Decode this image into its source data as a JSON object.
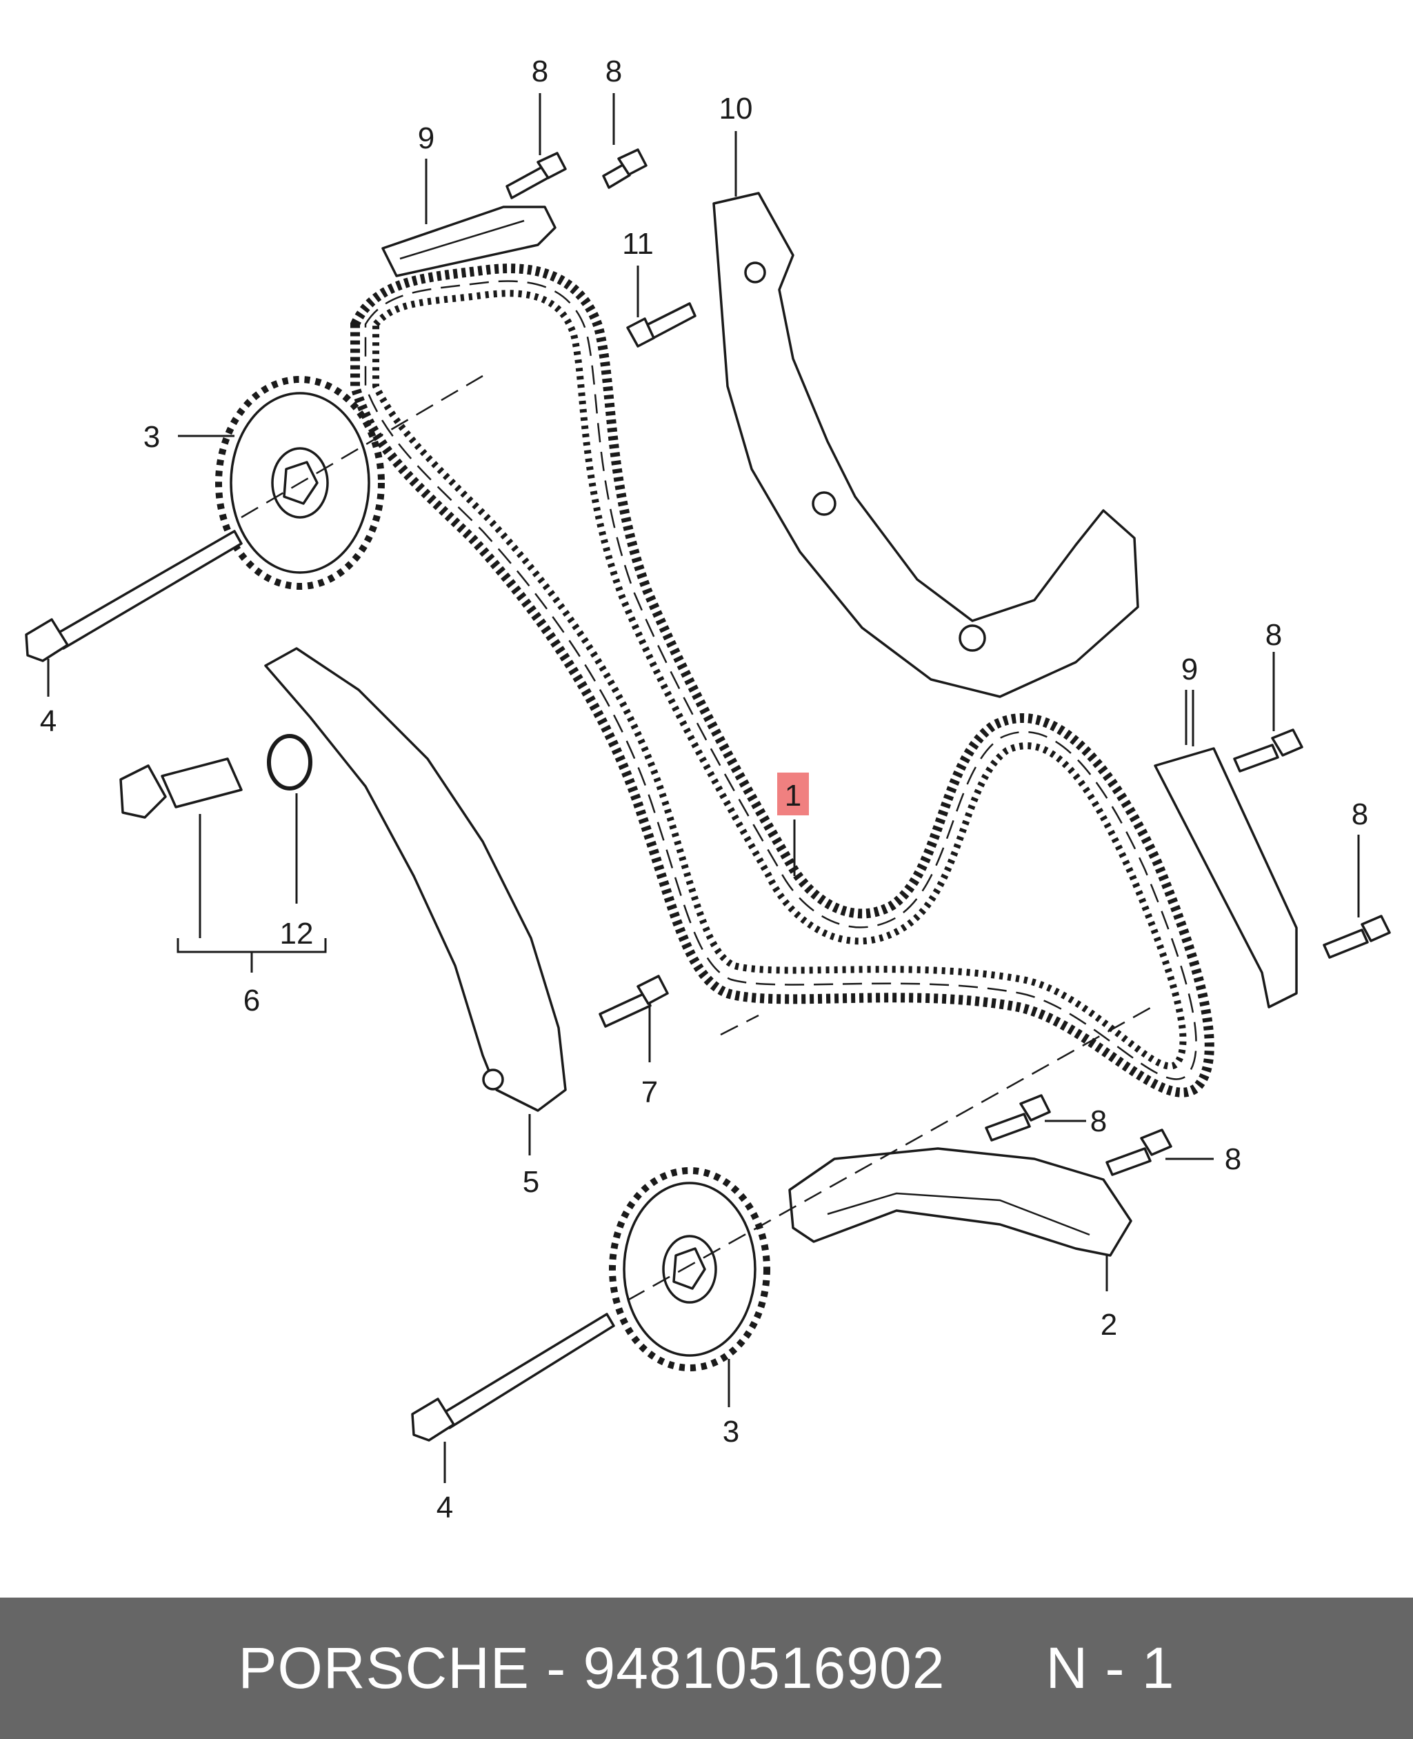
{
  "callouts": {
    "c1": "1",
    "c2": "2",
    "c3a": "3",
    "c3b": "3",
    "c4a": "4",
    "c4b": "4",
    "c5": "5",
    "c6": "6",
    "c7": "7",
    "c8a": "8",
    "c8b": "8",
    "c8c": "8",
    "c8d": "8",
    "c8e": "8",
    "c8f": "8",
    "c9a": "9",
    "c9b": "9",
    "c10": "10",
    "c11": "11",
    "c12": "12"
  },
  "highlight_color": "#f08080",
  "footer": {
    "brand": "PORSCHE",
    "separator": " - ",
    "part_number": "94810516902",
    "position": "N - 1"
  }
}
